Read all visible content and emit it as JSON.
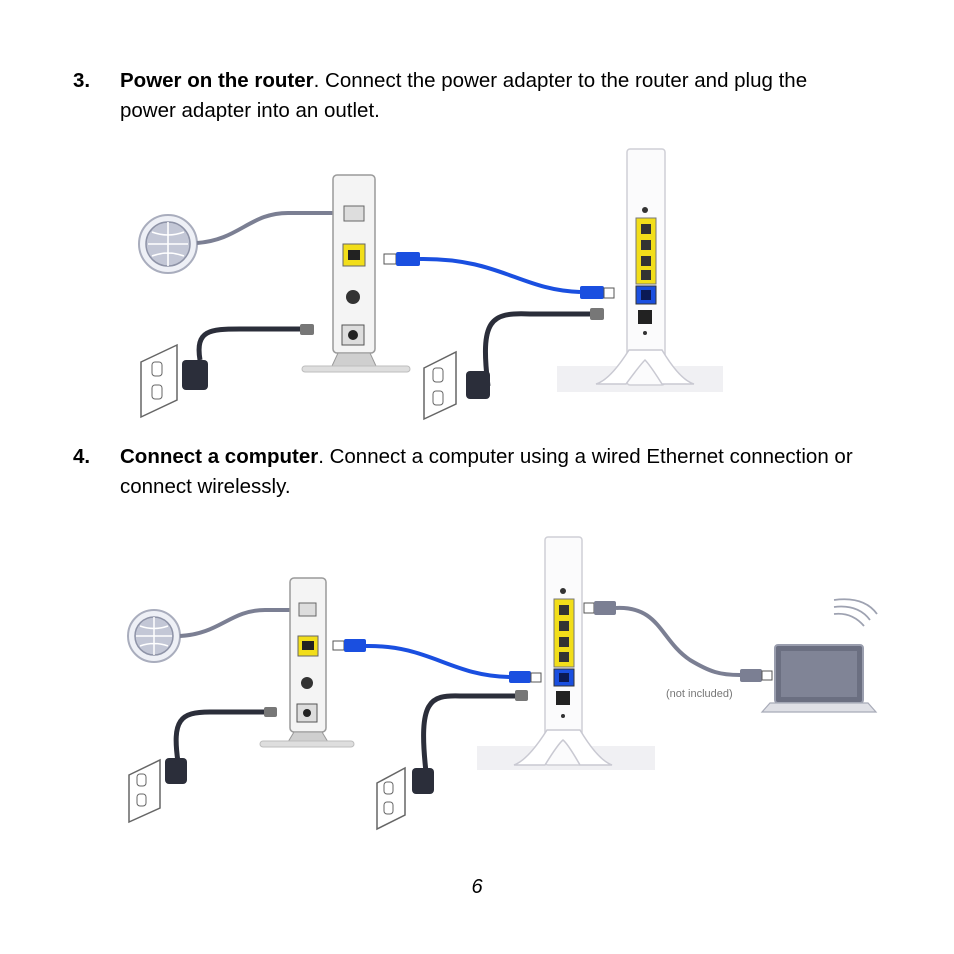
{
  "steps": [
    {
      "number": "3.",
      "heading": "Power on the router",
      "text": ". Connect the power adapter to the router and plug the power adapter into an outlet."
    },
    {
      "number": "4.",
      "heading": "Connect a computer",
      "text": ". Connect a computer using a wired Ethernet connection or connect wirelessly."
    }
  ],
  "diagram2": {
    "note": "(not included)"
  },
  "page_number": "6",
  "colors": {
    "ethernet_blue": "#1a4fe0",
    "port_yellow": "#f2de1a",
    "cable_gray": "#7b7f93",
    "cable_dark": "#2b2e3a"
  }
}
